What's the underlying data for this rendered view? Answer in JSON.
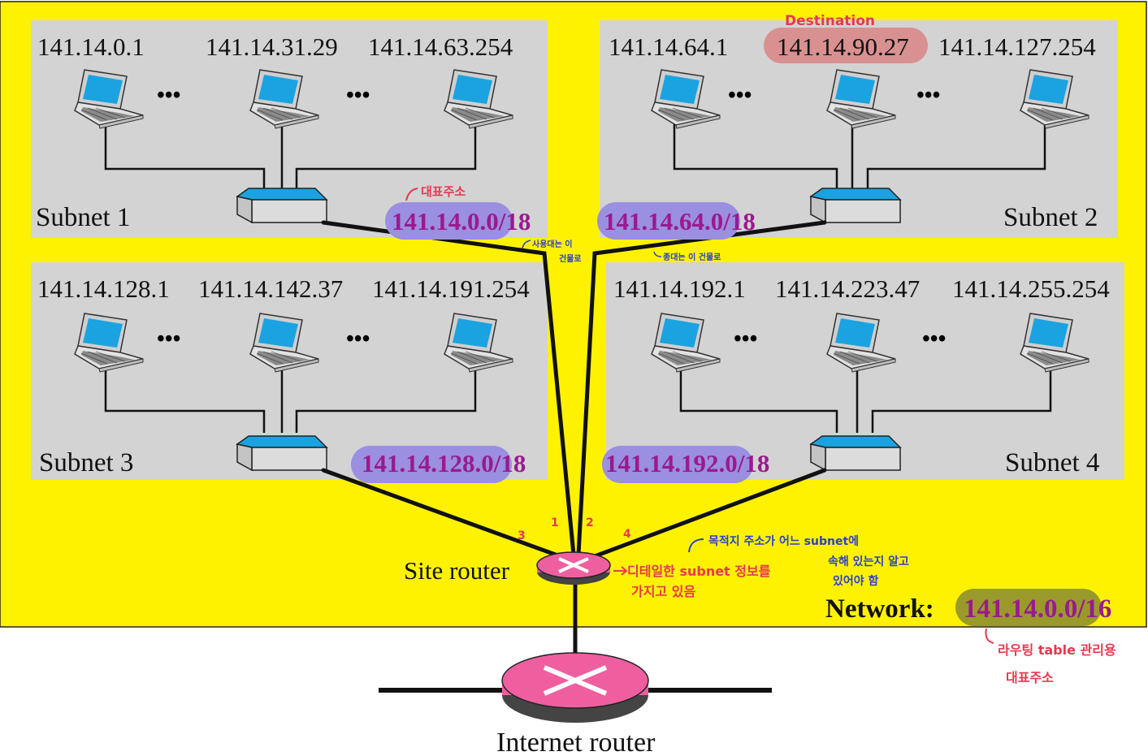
{
  "colors": {
    "network_bg": "#fff200",
    "subnet_bg": "#d3d3d3",
    "prefix_highlight": "#9a8fe0",
    "prefix_text": "#9b1a8e",
    "destination_highlight": "#d99090",
    "network_highlight": "#9a9a2a",
    "annotation_red": "#e8384f",
    "annotation_blue": "#2a3fd0",
    "router_pink": "#ef5fa0",
    "line": "#111111"
  },
  "subnets": [
    {
      "name": "Subnet 1",
      "hosts": [
        "141.14.0.1",
        "141.14.31.29",
        "141.14.63.254"
      ],
      "prefix_net": "141.14.0.0",
      "prefix_len": "/18"
    },
    {
      "name": "Subnet 2",
      "hosts": [
        "141.14.64.1",
        "141.14.90.27",
        "141.14.127.254"
      ],
      "prefix_net": "141.14.64.0",
      "prefix_len": "/18"
    },
    {
      "name": "Subnet 3",
      "hosts": [
        "141.14.128.1",
        "141.14.142.37",
        "141.14.191.254"
      ],
      "prefix_net": "141.14.128.0",
      "prefix_len": "/18"
    },
    {
      "name": "Subnet 4",
      "hosts": [
        "141.14.192.1",
        "141.14.223.47",
        "141.14.255.254"
      ],
      "prefix_net": "141.14.192.0",
      "prefix_len": "/18"
    }
  ],
  "ellipsis": "•••",
  "port_labels": [
    "1",
    "2",
    "3",
    "4"
  ],
  "site_router_label": "Site router",
  "internet_router_label": "Internet router",
  "network_label": "Network:",
  "network_prefix_net": "141.14.0.0",
  "network_prefix_len": "/16",
  "annotations": {
    "destination": "Destination",
    "rep_address": "대표주소",
    "subnet1_route_1": "사용대는 이",
    "subnet1_route_2": "건물로",
    "subnet2_route": "종대는 이 건물로",
    "detailed_1": "디테일한 subnet 정보를",
    "detailed_2": "가지고 있음",
    "must_know_1": "목적지 주소가 어느 subnet에",
    "must_know_2": "속해 있는지 알고",
    "must_know_3": "있어야 함",
    "routing_1": "라우팅 table 관리용",
    "routing_2": "대표주소"
  }
}
